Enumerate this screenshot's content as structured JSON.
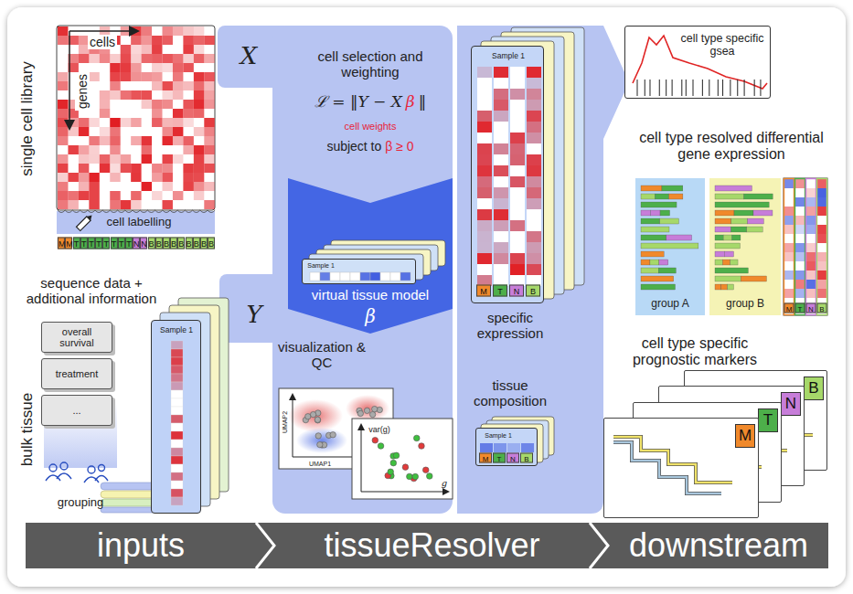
{
  "diagram": {
    "nodes": [
      {
        "text": [
          "overall survival"
        ]
      },
      {
        "text": [
          "treatment"
        ]
      },
      {
        "text": [
          "..."
        ]
      },
      {
        "text": [
          "Sample 1"
        ]
      },
      {
        "text": [
          "virtual tissue model",
          "β"
        ]
      },
      {
        "text": [
          "Sample 1"
        ],
        "in": 4
      },
      {
        "text": [
          "Sample 1"
        ]
      },
      {
        "text": [
          "Sample 1"
        ]
      },
      {
        "text": [
          "cell type specific gsea"
        ]
      },
      {
        "text": [
          "group A"
        ]
      },
      {
        "text": [
          "group B"
        ]
      },
      {
        "text": [
          "B"
        ]
      },
      {
        "text": [
          "N"
        ]
      },
      {
        "text": [
          "T"
        ]
      },
      {
        "text": [
          "M"
        ]
      },
      {
        "text": [
          "inputs"
        ]
      },
      {
        "text": [
          "tissueResolver"
        ]
      },
      {
        "text": [
          "downstream"
        ]
      }
    ],
    "labels": [
      "single cell library",
      "cells",
      "genes",
      "cell labelling",
      "M",
      "M",
      "T",
      "T",
      "T",
      "T",
      "T",
      "T",
      "T",
      "T",
      "N",
      "N",
      "B",
      "B",
      "B",
      "B",
      "B",
      "B",
      "B",
      "B",
      "B",
      "X",
      "sequence data + additional information",
      "bulk tissue",
      "grouping",
      "Y",
      "cell selection and weighting",
      "ℒ = ‖Y − X",
      "β",
      "‖",
      "cell weights",
      "subject to",
      "β ≥ 0",
      "visualization & QC",
      "UMAP2",
      "UMAP1",
      "var(g)",
      "g",
      "specific expression",
      "M",
      "T",
      "N",
      "B",
      "tissue composition",
      "M",
      "T",
      "N",
      "B",
      "cell type resolved differential gene expression",
      "M",
      "T",
      "N",
      "B",
      "cell type specific prognostic markers"
    ]
  }
}
